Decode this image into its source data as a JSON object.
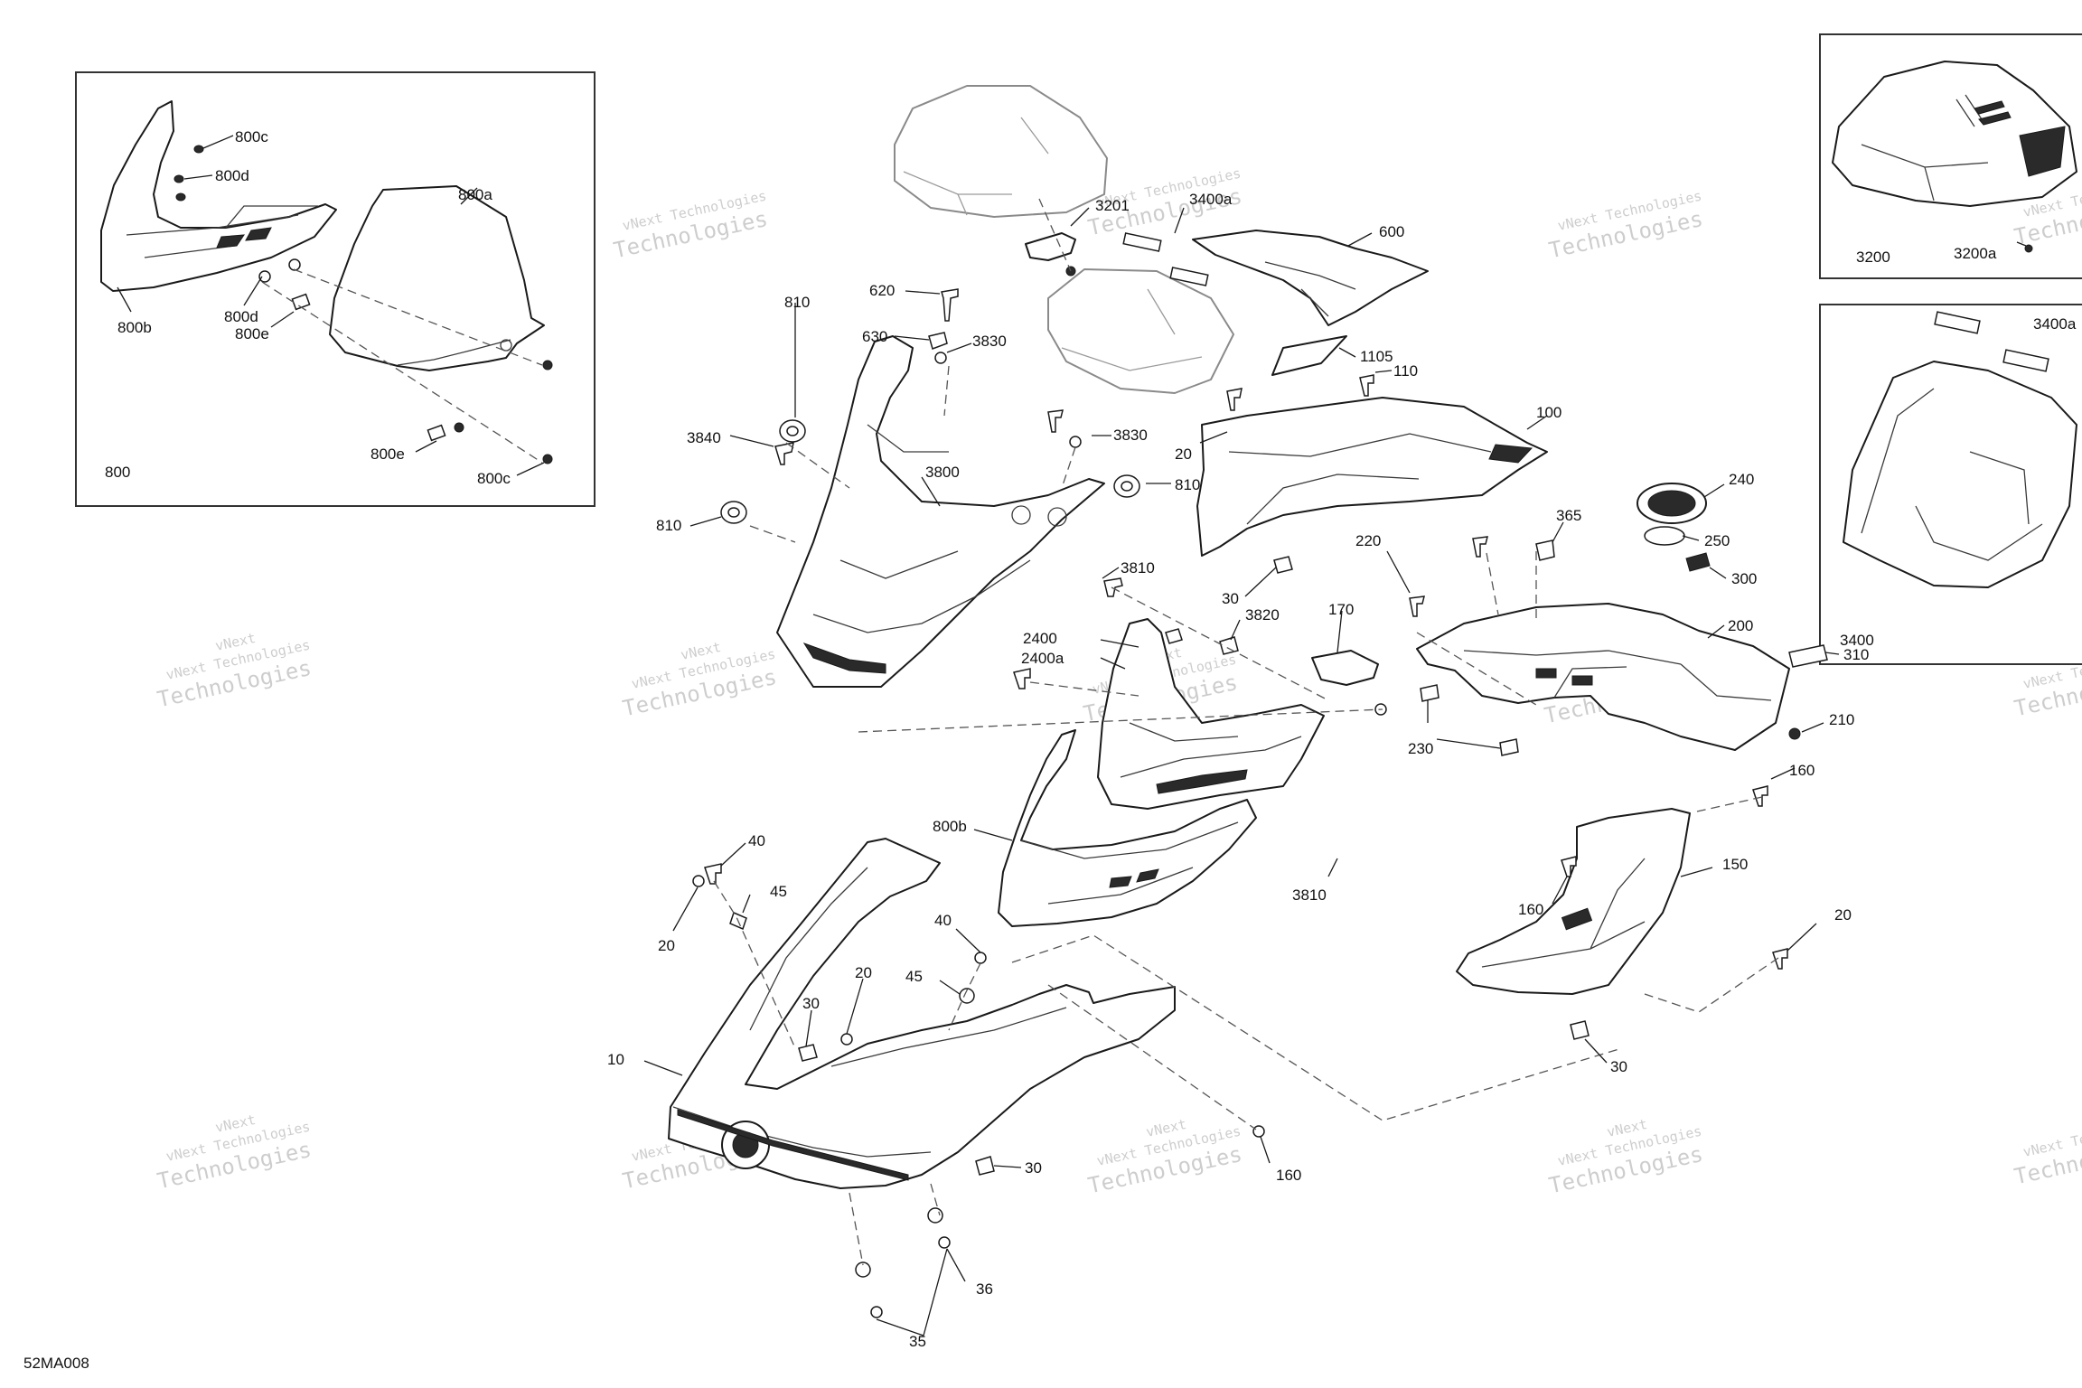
{
  "diagram": {
    "code": "52MA008",
    "watermark_small": "vNext Technologies",
    "watermark_large": "Technologies",
    "watermark_tiny": "vNext",
    "inset_left": {
      "label": "800",
      "callouts": {
        "a": "800a",
        "b": "800b",
        "c1": "800c",
        "c2": "800c",
        "d1": "800d",
        "d2": "800d",
        "e1": "800e",
        "e2": "800e"
      }
    },
    "inset_top_right": {
      "label": "3200",
      "callout": "3200a"
    },
    "inset_mid_right": {
      "label": "3400",
      "callout": "3400a"
    },
    "callouts": {
      "c3201": "3201",
      "c3400a": "3400a",
      "c600": "600",
      "c620": "620",
      "c630": "630",
      "c3830a": "3830",
      "c810a": "810",
      "c3840": "3840",
      "c3800": "3800",
      "c810b": "810",
      "c810c": "810",
      "c3830b": "3830",
      "c20a": "20",
      "c1105": "1105",
      "c110": "110",
      "c100": "100",
      "c240": "240",
      "c365": "365",
      "c220": "220",
      "c250": "250",
      "c300": "300",
      "c3810a": "3810",
      "c30a": "30",
      "c3820": "3820",
      "c170": "170",
      "c200": "200",
      "c310": "310",
      "c2400": "2400",
      "c2400a": "2400a",
      "c230": "230",
      "c210": "210",
      "c160a": "160",
      "c800b": "800b",
      "c150": "150",
      "c3810b": "3810",
      "c160b": "160",
      "c20b": "20",
      "c40a": "40",
      "c45a": "45",
      "c20c": "20",
      "c40b": "40",
      "c45b": "45",
      "c20d": "20",
      "c30b": "30",
      "c10": "10",
      "c30c": "30",
      "c160c": "160",
      "c30d": "30",
      "c36": "36",
      "c35": "35"
    }
  }
}
